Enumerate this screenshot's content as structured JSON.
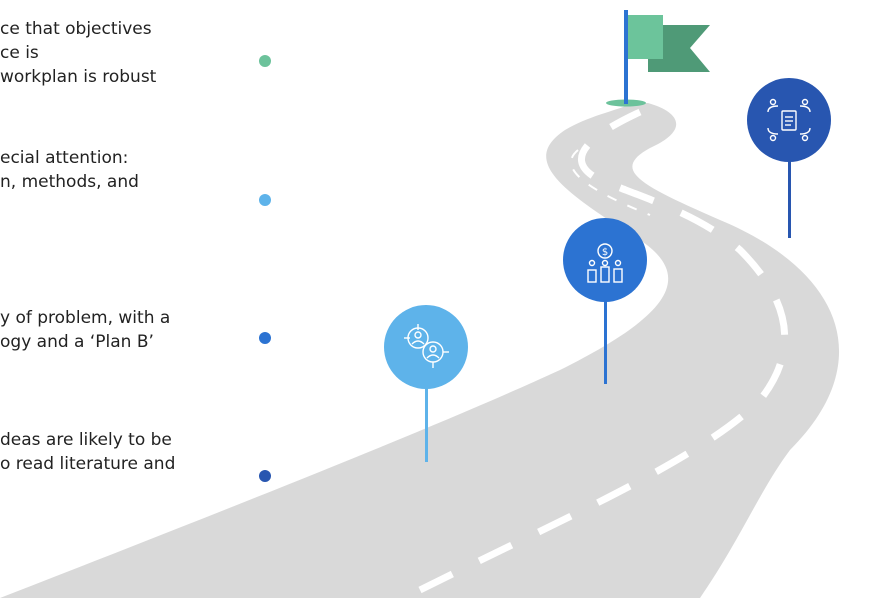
{
  "colors": {
    "road": "#d9d9d9",
    "road_dash": "#ffffff",
    "teal": "#6cc29b",
    "sky_blue": "#5eb3ea",
    "mid_blue": "#2c73d2",
    "dark_blue": "#2856b0",
    "flag_light": "#6cc49b",
    "flag_dark": "#4f9a77"
  },
  "steps": [
    {
      "lines": [
        "ce that objectives",
        "ce is",
        "workplan is robust"
      ],
      "bullet_color": "#6cc29b"
    },
    {
      "lines": [
        "ecial attention:",
        "n, methods, and"
      ],
      "bullet_color": "#5eb3ea"
    },
    {
      "lines": [
        "y of problem, with a",
        "ogy and a ‘Plan B’"
      ],
      "bullet_color": "#2c73d2"
    },
    {
      "lines": [
        "deas are likely to be",
        "o read literature and"
      ],
      "bullet_color": "#2856b0"
    }
  ],
  "milestones": [
    {
      "icon": "target-people-icon",
      "color": "#5eb3ea"
    },
    {
      "icon": "money-bar-chart-icon",
      "color": "#2c73d2"
    },
    {
      "icon": "network-document-icon",
      "color": "#2856b0"
    }
  ],
  "flag": {
    "icon": "flag-icon"
  }
}
